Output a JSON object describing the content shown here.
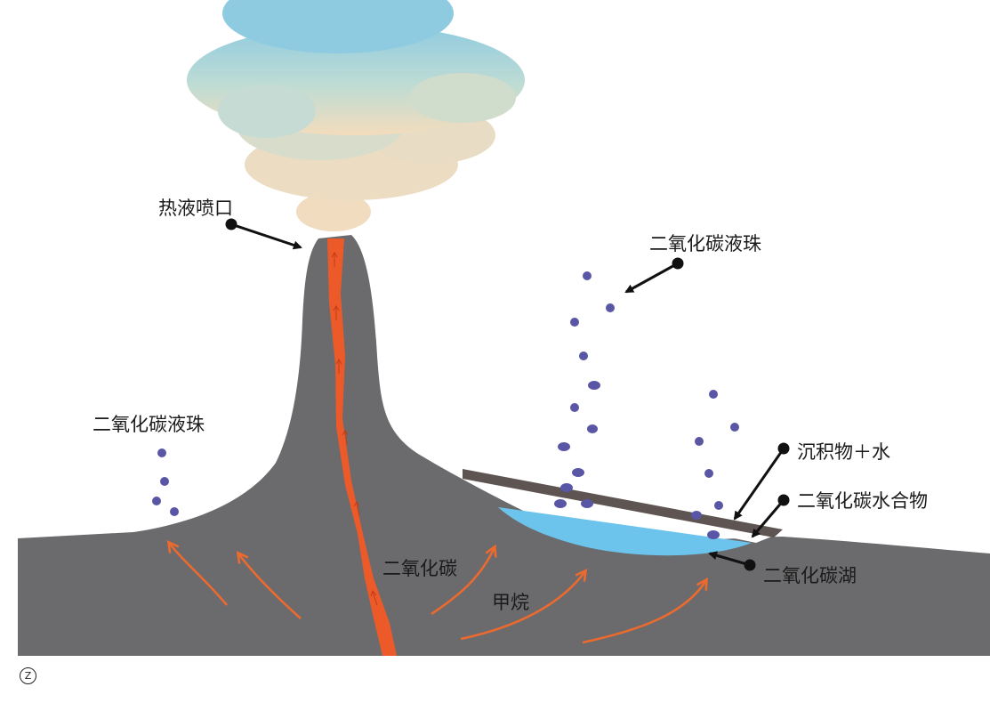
{
  "labels": {
    "vent": "热液喷口",
    "droplets_right": "二氧化碳液珠",
    "droplets_left": "二氧化碳液珠",
    "sediment_water": "沉积物＋水",
    "co2_hydrate": "二氧化碳水合物",
    "co2_lake": "二氧化碳湖",
    "co2": "二氧化碳",
    "methane": "甲烷",
    "figure_mark": "Z"
  },
  "colors": {
    "seafloor": "#6b6b6d",
    "magma": "#ec5a2a",
    "arrow": "#ec6a2e",
    "lake": "#6cc3ec",
    "sediment_layer": "#5e5452",
    "droplet": "#5a56a6",
    "plume_top": "#8fcbe0",
    "plume_bottom": "#f3dcbc"
  }
}
